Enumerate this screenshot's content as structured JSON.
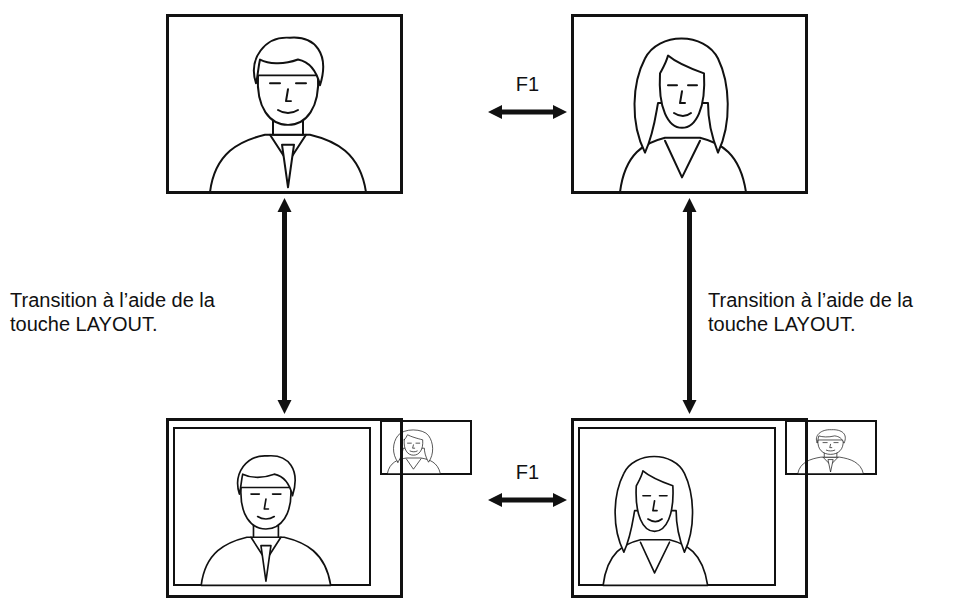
{
  "diagram": {
    "nodes": [
      {
        "text": []
      },
      {
        "text": []
      },
      {
        "text": []
      },
      {
        "text": []
      }
    ],
    "edges": [
      {
        "from": 0,
        "to": 1,
        "label": "F1",
        "arrow": "both"
      },
      {
        "from": 0,
        "to": 2,
        "label": "Transition à l’aide de la touche LAYOUT.",
        "arrow": "both"
      },
      {
        "from": 1,
        "to": 3,
        "label": "Transition à l’aide de la touche LAYOUT.",
        "arrow": "both"
      },
      {
        "from": 2,
        "to": 3,
        "label": "F1",
        "arrow": "both"
      }
    ]
  }
}
